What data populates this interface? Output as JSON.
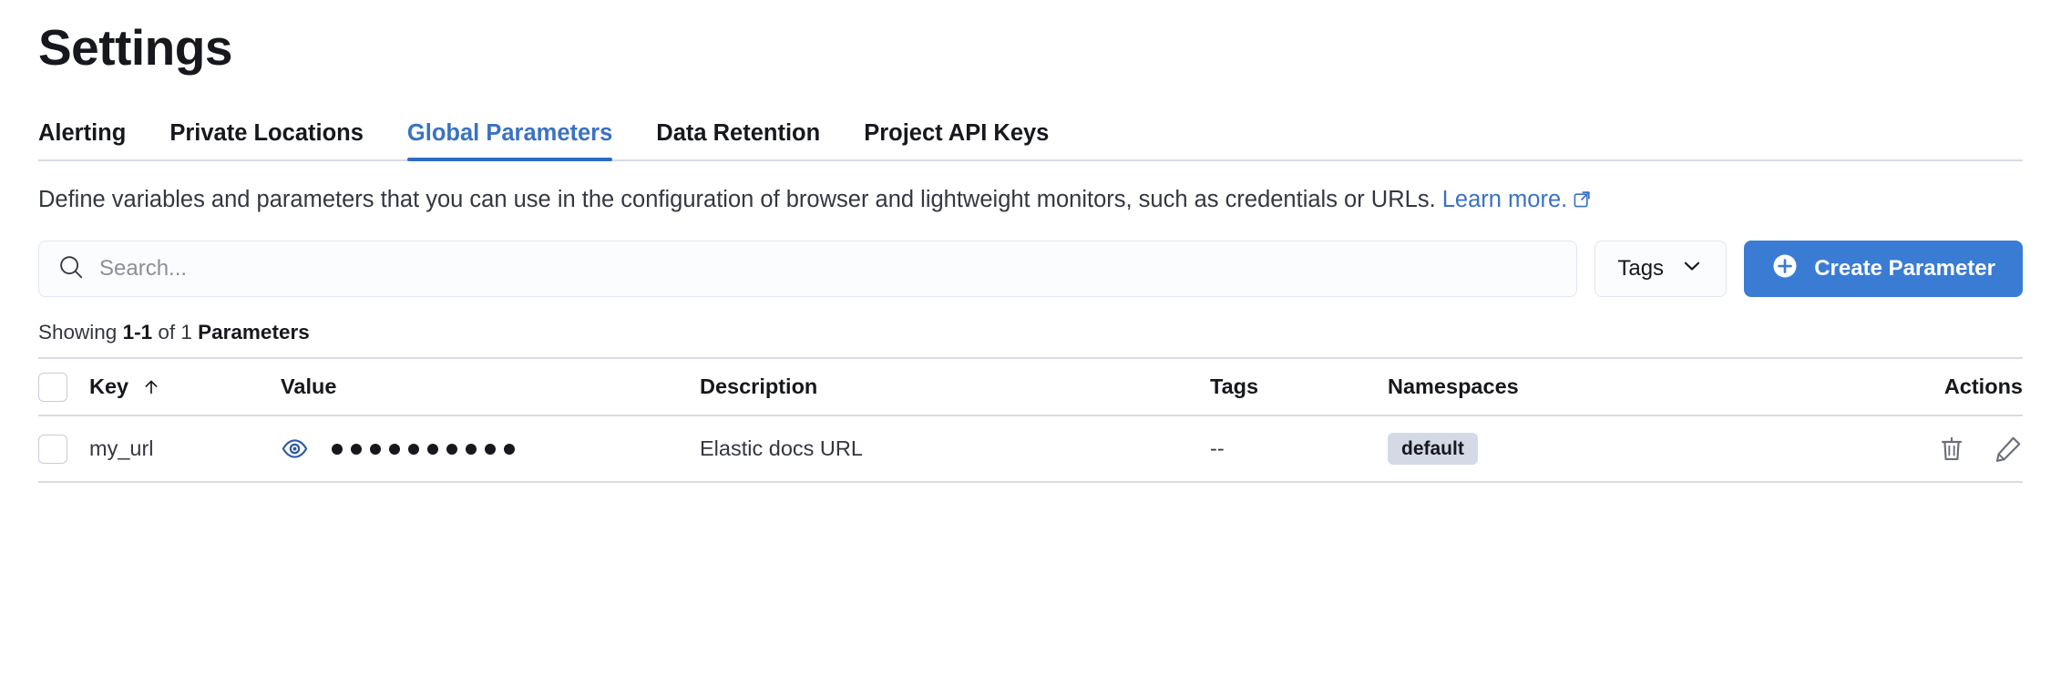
{
  "page": {
    "title": "Settings"
  },
  "tabs": [
    {
      "label": "Alerting",
      "active": false
    },
    {
      "label": "Private Locations",
      "active": false
    },
    {
      "label": "Global Parameters",
      "active": true
    },
    {
      "label": "Data Retention",
      "active": false
    },
    {
      "label": "Project API Keys",
      "active": false
    }
  ],
  "description": {
    "text": "Define variables and parameters that you can use in the configuration of browser and lightweight monitors, such as credentials or URLs.",
    "link_text": "Learn more.",
    "link_icon": "external-link-icon"
  },
  "controls": {
    "search": {
      "icon": "search-icon",
      "placeholder": "Search...",
      "value": ""
    },
    "tags_dropdown": {
      "label": "Tags",
      "icon": "chevron-down-icon"
    },
    "create_button": {
      "label": "Create Parameter",
      "icon": "plus-circle-icon",
      "color": "#3a7cd4"
    }
  },
  "results": {
    "prefix": "Showing ",
    "range": "1-1",
    "middle": " of 1 ",
    "noun": "Parameters"
  },
  "table": {
    "columns": [
      {
        "key": "select",
        "label": ""
      },
      {
        "key": "key",
        "label": "Key",
        "sort": "asc",
        "sort_icon": "arrow-up-icon"
      },
      {
        "key": "value",
        "label": "Value"
      },
      {
        "key": "description",
        "label": "Description"
      },
      {
        "key": "tags",
        "label": "Tags"
      },
      {
        "key": "namespaces",
        "label": "Namespaces"
      },
      {
        "key": "actions",
        "label": "Actions"
      }
    ],
    "rows": [
      {
        "key": "my_url",
        "value_masked": "••••••••••",
        "value_dot_count": 10,
        "value_toggle_icon": "eye-icon",
        "description": "Elastic docs URL",
        "tags": "--",
        "namespaces": "default",
        "actions": [
          {
            "icon": "trash-icon",
            "name": "delete-parameter-button"
          },
          {
            "icon": "pencil-icon",
            "name": "edit-parameter-button"
          }
        ]
      }
    ]
  },
  "colors": {
    "accent": "#3a7cd4",
    "link": "#3a72c3",
    "text": "#343741",
    "border": "#d8dbe4",
    "badge_bg": "#d3dae6"
  }
}
